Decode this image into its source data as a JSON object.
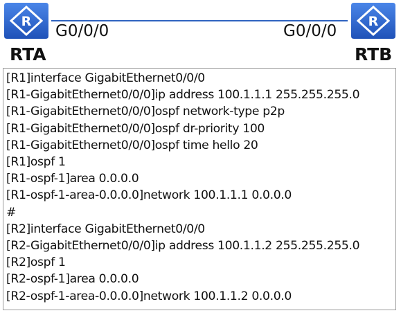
{
  "topology": {
    "routers": [
      {
        "name": "RTA",
        "port": "G0/0/0",
        "icon": "router-icon",
        "symbol": "R"
      },
      {
        "name": "RTB",
        "port": "G0/0/0",
        "icon": "router-icon",
        "symbol": "R"
      }
    ],
    "colors": {
      "router_fill": "#2f68d0",
      "router_glyph": "#ffffff",
      "link": "#2f63c0"
    }
  },
  "config": {
    "lines": [
      "[R1]interface GigabitEthernet0/0/0",
      "[R1-GigabitEthernet0/0/0]ip address 100.1.1.1 255.255.255.0",
      "[R1-GigabitEthernet0/0/0]ospf network-type p2p",
      "[R1-GigabitEthernet0/0/0]ospf dr-priority 100",
      "[R1-GigabitEthernet0/0/0]ospf time hello 20",
      "[R1]ospf 1",
      "[R1-ospf-1]area 0.0.0.0",
      "[R1-ospf-1-area-0.0.0.0]network 100.1.1.1 0.0.0.0",
      "#",
      "[R2]interface GigabitEthernet0/0/0",
      "[R2-GigabitEthernet0/0/0]ip address 100.1.1.2 255.255.255.0",
      "[R2]ospf 1",
      "[R2-ospf-1]area 0.0.0.0",
      "[R2-ospf-1-area-0.0.0.0]network 100.1.1.2 0.0.0.0"
    ]
  }
}
